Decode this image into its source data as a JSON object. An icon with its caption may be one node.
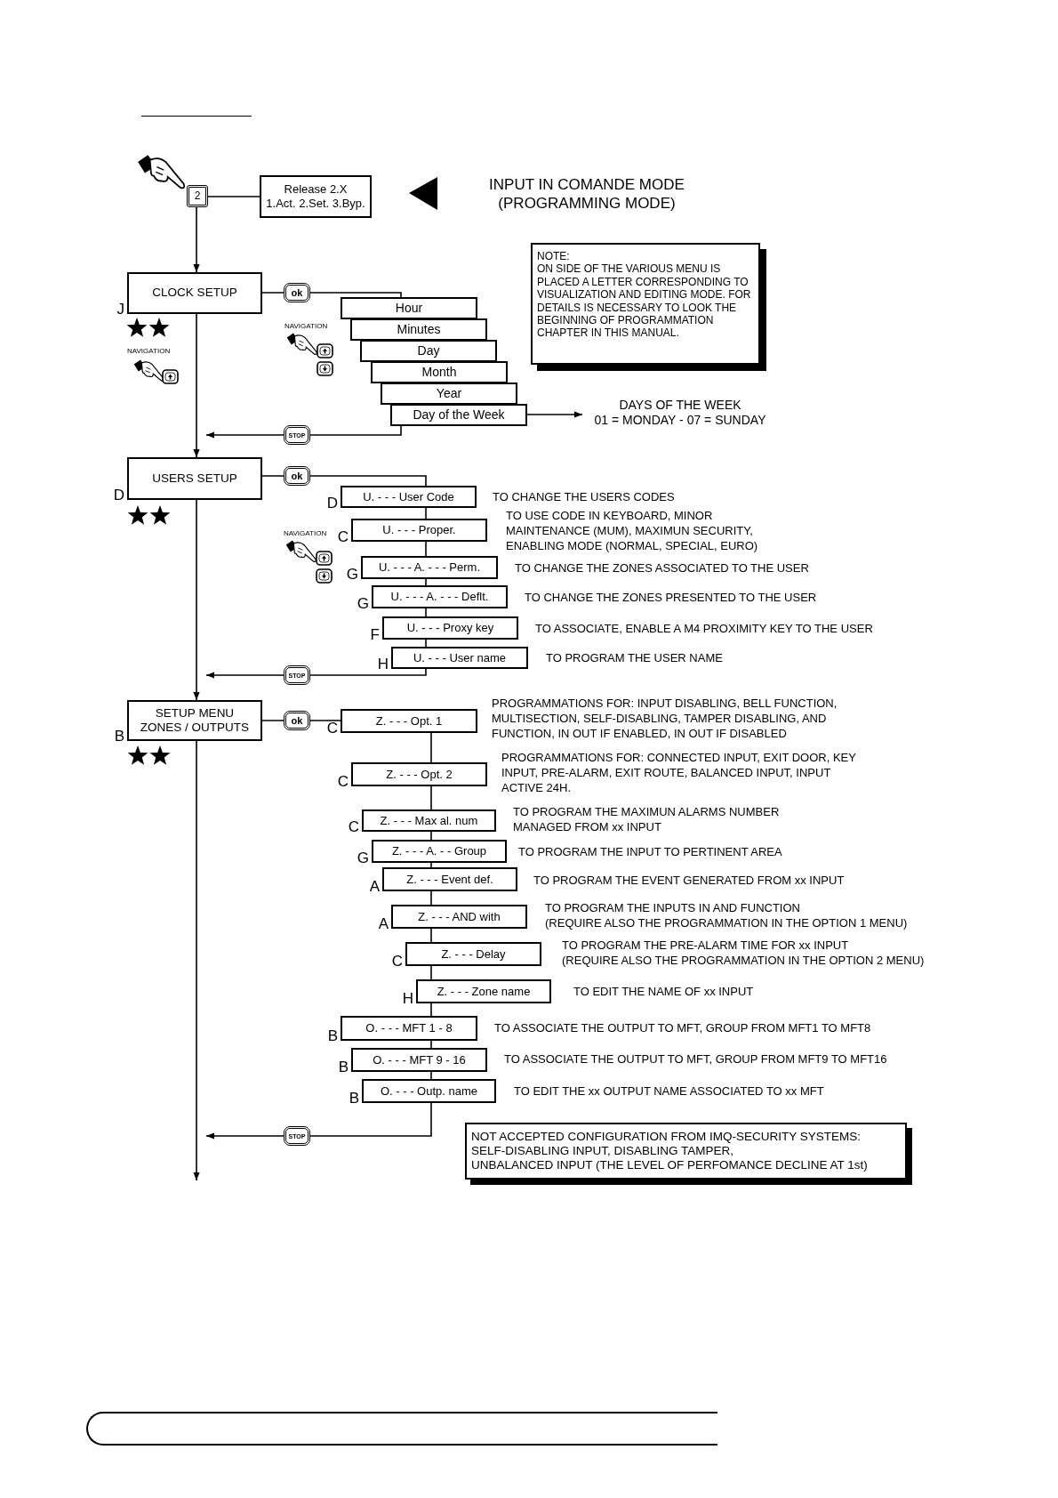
{
  "diagram": {
    "nodes": [
      {
        "text": [
          "2"
        ]
      },
      {
        "text": [
          "Release 2.X",
          "1.Act. 2.Set. 3.Byp."
        ]
      },
      {
        "text": [
          "CLOCK SETUP"
        ],
        "beside": [
          "J"
        ]
      },
      {
        "text": [
          "Hour"
        ]
      },
      {
        "text": [
          "Minutes"
        ]
      },
      {
        "text": [
          "Day"
        ]
      },
      {
        "text": [
          "Month"
        ]
      },
      {
        "text": [
          "Year"
        ]
      },
      {
        "text": [
          "Day of the Week"
        ]
      },
      {
        "text": [
          "DAYS OF THE WEEK",
          "01 = MONDAY - 07 = SUNDAY"
        ]
      },
      {
        "text": [
          "NOTE:",
          "ON SIDE OF THE VARIOUS MENU IS PLACED A LETTER CORRESPONDING TO VISUALIZATION AND EDITING MODE. FOR DETAILS IS NECESSARY TO LOOK THE BEGINNING OF PROGRAMMATION CHAPTER IN THIS MANUAL."
        ]
      },
      {
        "text": [
          "USERS SETUP"
        ],
        "beside": [
          "D"
        ]
      },
      {
        "text": [
          "U. - - - User Code"
        ],
        "beside": [
          "D",
          "TO CHANGE THE USERS CODES"
        ]
      },
      {
        "text": [
          "U. - - - Proper."
        ],
        "beside": [
          "C"
        ]
      },
      {
        "text": [
          "U. - - - A. - - - Perm."
        ],
        "beside": [
          "G",
          "TO CHANGE THE ZONES ASSOCIATED TO THE USER"
        ]
      },
      {
        "text": [
          "U. - - - A. - - - Deflt."
        ],
        "beside": [
          "G",
          "TO CHANGE THE ZONES PRESENTED TO THE USER"
        ]
      },
      {
        "text": [
          "U. - - - Proxy key"
        ],
        "beside": [
          "F",
          "TO ASSOCIATE, ENABLE A M4 PROXIMITY KEY TO THE USER"
        ]
      },
      {
        "text": [
          "U. - - - User name"
        ],
        "beside": [
          "H",
          "TO PROGRAM THE USER NAME"
        ]
      },
      {
        "text": [
          "SETUP MENU ZONES / OUTPUTS"
        ],
        "beside": [
          "B"
        ]
      },
      {
        "text": [
          "Z. - - - Opt. 1"
        ],
        "beside": [
          "C",
          "PROGRAMMATIONS FOR: INPUT DISABLING, BELL FUNCTION, MULTISECTION, SELF-DISABLING, TAMPER DISABLING, AND FUNCTION, IN OUT IF ENABLED, IN OUT IF DISABLED"
        ]
      },
      {
        "text": [
          "Z. - - - Opt. 2"
        ],
        "beside": [
          "C",
          "PROGRAMMATIONS FOR: CONNECTED INPUT, EXIT DOOR, KEY INPUT, PRE-ALARM, EXIT ROUTE, BALANCED INPUT, INPUT ACTIVE 24H."
        ]
      },
      {
        "text": [
          "Z. - - - Max al. num"
        ],
        "beside": [
          "C",
          "TO PROGRAM THE MAXIMUN ALARMS NUMBER MANAGED FROM xx INPUT"
        ]
      },
      {
        "text": [
          "Z. - - - A. - - Group"
        ],
        "beside": [
          "G",
          "TO PROGRAM THE INPUT TO PERTINENT AREA"
        ]
      },
      {
        "text": [
          "Z. - - - Event def."
        ],
        "beside": [
          "A",
          "TO PROGRAM THE EVENT GENERATED FROM xx INPUT"
        ]
      },
      {
        "text": [
          "Z. - - - AND with"
        ],
        "beside": [
          "A",
          "TO PROGRAM THE INPUTS IN AND FUNCTION",
          "(REQUIRE ALSO THE PROGRAMMATION IN THE OPTION 1 MENU)"
        ]
      },
      {
        "text": [
          "Z. - - - Delay"
        ],
        "beside": [
          "C",
          "TO PROGRAM THE PRE-ALARM TIME FOR xx INPUT",
          "(REQUIRE ALSO THE PROGRAMMATION IN THE OPTION 2 MENU)"
        ]
      },
      {
        "text": [
          "Z. - - - Zone name"
        ],
        "beside": [
          "H",
          "TO EDIT THE NAME OF xx INPUT"
        ]
      },
      {
        "text": [
          "O. - - - MFT 1 - 8"
        ],
        "beside": [
          "B",
          "TO ASSOCIATE THE OUTPUT TO MFT, GROUP FROM MFT1 TO MFT8"
        ]
      },
      {
        "text": [
          "O. - - - MFT 9 - 16"
        ],
        "beside": [
          "B",
          "TO ASSOCIATE THE OUTPUT TO MFT, GROUP FROM MFT9 TO MFT16"
        ]
      },
      {
        "text": [
          "O. - - - Outp. name"
        ],
        "beside": [
          "B",
          "TO EDIT THE xx OUTPUT NAME ASSOCIATED TO xx MFT"
        ]
      },
      {
        "text": [
          "NOT ACCEPTED CONFIGURATION FROM IMQ-SECURITY SYSTEMS:",
          "SELF-DISABLING INPUT, DISABLING TAMPER,",
          "UNBALANCED INPUT (THE LEVEL OF PERFOMANCE DECLINE AT 1st)"
        ]
      }
    ],
    "edges": [
      {
        "from": 0,
        "to": 1,
        "arrow": "none"
      },
      {
        "from": 0,
        "to": 2,
        "arrow": "to"
      },
      {
        "from": 2,
        "to": 3,
        "arrow": "none",
        "label": "ok"
      },
      {
        "from": 8,
        "to": 9,
        "arrow": "to"
      },
      {
        "from": 8,
        "to": 11,
        "arrow": "to",
        "label": "STOP"
      },
      {
        "from": 2,
        "to": 11,
        "arrow": "to"
      },
      {
        "from": 11,
        "to": 12,
        "arrow": "none",
        "label": "ok"
      },
      {
        "from": 12,
        "to": 13,
        "arrow": "none"
      },
      {
        "from": 13,
        "to": 14,
        "arrow": "none"
      },
      {
        "from": 14,
        "to": 15,
        "arrow": "none"
      },
      {
        "from": 15,
        "to": 16,
        "arrow": "none"
      },
      {
        "from": 16,
        "to": 17,
        "arrow": "none"
      },
      {
        "from": 17,
        "to": 18,
        "arrow": "to",
        "label": "STOP"
      },
      {
        "from": 11,
        "to": 18,
        "arrow": "to"
      },
      {
        "from": 18,
        "to": 19,
        "arrow": "none",
        "label": "ok"
      },
      {
        "from": 19,
        "to": 20,
        "arrow": "none"
      },
      {
        "from": 20,
        "to": 21,
        "arrow": "none"
      },
      {
        "from": 21,
        "to": 22,
        "arrow": "none"
      },
      {
        "from": 22,
        "to": 23,
        "arrow": "none"
      },
      {
        "from": 23,
        "to": 24,
        "arrow": "none"
      },
      {
        "from": 24,
        "to": 25,
        "arrow": "none"
      },
      {
        "from": 25,
        "to": 26,
        "arrow": "none"
      },
      {
        "from": 26,
        "to": 27,
        "arrow": "none"
      },
      {
        "from": 27,
        "to": 28,
        "arrow": "none"
      },
      {
        "from": 28,
        "to": 29,
        "arrow": "none"
      },
      {
        "from": 29,
        "to": null,
        "arrow": "to",
        "label": "STOP"
      },
      {
        "from": 18,
        "to": null,
        "arrow": "to"
      }
    ],
    "labels": [
      "INPUT IN COMANDE MODE (PROGRAMMING MODE)",
      "NAVIGATION",
      "NAVIGATION",
      "NAVIGATION",
      "TO USE CODE IN KEYBOARD, MINOR MAINTENANCE (MUM), MAXIMUN SECURITY, ENABLING MODE (NORMAL, SPECIAL, EURO)"
    ]
  }
}
